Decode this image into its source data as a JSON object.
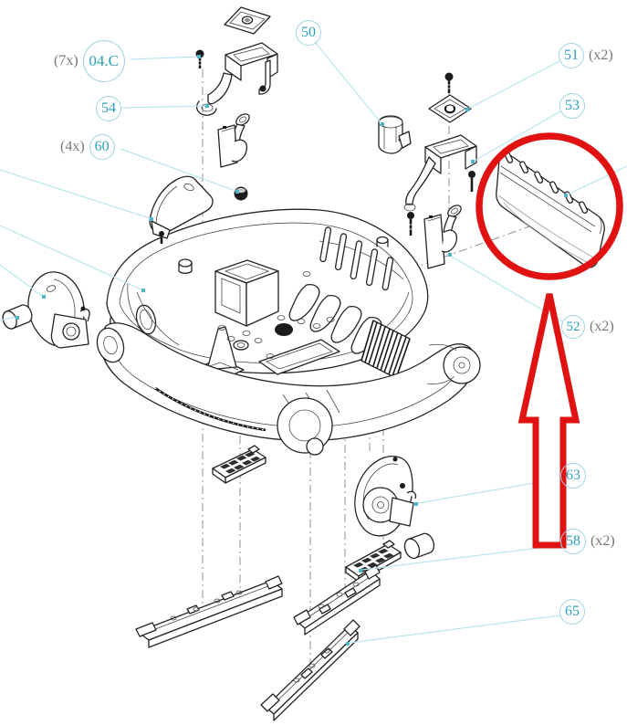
{
  "diagram": {
    "type": "exploded-parts-diagram",
    "callouts": [
      {
        "id": "04.C",
        "label": "04.C",
        "qty": "(7x)"
      },
      {
        "id": "54",
        "label": "54",
        "qty": ""
      },
      {
        "id": "60",
        "label": "60",
        "qty": "(4x)"
      },
      {
        "id": "50",
        "label": "50",
        "qty": ""
      },
      {
        "id": "51",
        "label": "51",
        "qty": "(x2)"
      },
      {
        "id": "53",
        "label": "53",
        "qty": ""
      },
      {
        "id": "52",
        "label": "52",
        "qty": "(x2)"
      },
      {
        "id": "63",
        "label": "63",
        "qty": ""
      },
      {
        "id": "58",
        "label": "58",
        "qty": "(x2)"
      },
      {
        "id": "65",
        "label": "65",
        "qty": ""
      }
    ],
    "colors": {
      "callout_ring": "#a0d5e2",
      "callout_text": "#2fa0ba",
      "qty_text": "#787878",
      "leader_line": "#b9e6ee",
      "leader_dot": "#4fb6c9",
      "drawing_line": "#242424",
      "highlight": "#e01212"
    },
    "highlight": {
      "color": "#e01212",
      "shapes": [
        "circle",
        "up-arrow"
      ]
    },
    "parts": [
      "mounting-plate",
      "clamp-bracket-54",
      "screw-04c",
      "latch-lever-left",
      "wedge-block-60",
      "rubber-grommet-60",
      "float-cylinder-50",
      "square-nut-51",
      "clamp-bracket-53",
      "latch-lever-52",
      "deflector-flap-highlighted",
      "main-chassis",
      "side-flap-left",
      "roller-left",
      "side-flap-63",
      "roller-right",
      "grid-plate-58-left",
      "grid-plate-58-right",
      "rail-left",
      "rail-middle",
      "rail-65"
    ]
  }
}
